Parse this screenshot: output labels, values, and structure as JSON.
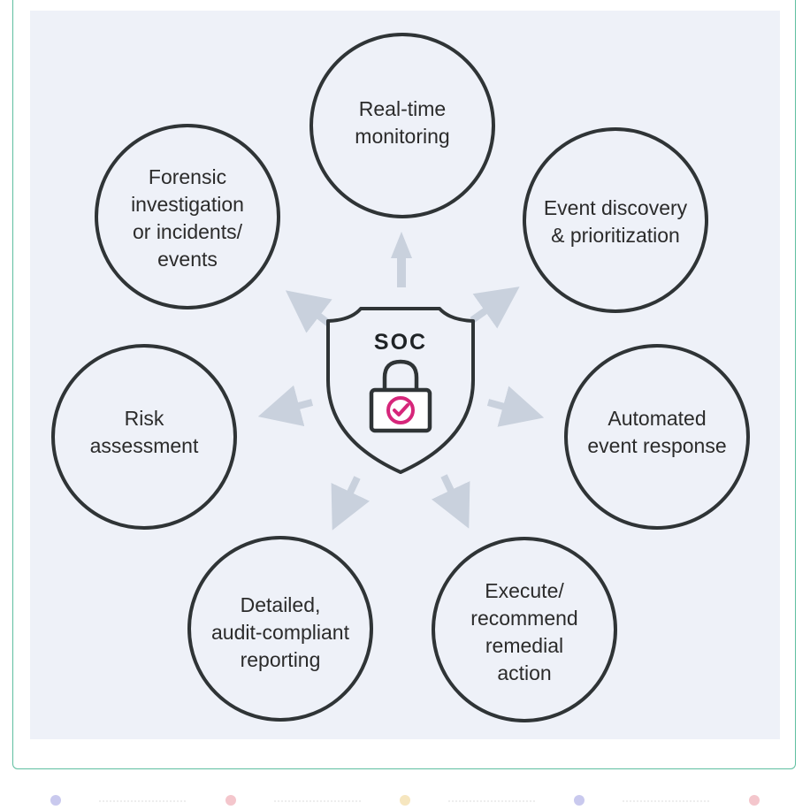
{
  "center": {
    "title": "SOC"
  },
  "nodes": [
    {
      "id": "realtime",
      "label": "Real-time\nmonitoring"
    },
    {
      "id": "discovery",
      "label": "Event discovery\n& prioritization"
    },
    {
      "id": "automated",
      "label": "Automated\nevent response"
    },
    {
      "id": "execute",
      "label": "Execute/\nrecommend\nremedial\naction"
    },
    {
      "id": "reporting",
      "label": "Detailed,\naudit-compliant\nreporting"
    },
    {
      "id": "risk",
      "label": "Risk\nassessment"
    },
    {
      "id": "forensic",
      "label": "Forensic\ninvestigation\nor incidents/\nevents"
    }
  ],
  "colors": {
    "panel": "#eef1f8",
    "stroke": "#2f3436",
    "arrow": "#c9d1dd",
    "check": "#d6267a",
    "frame": "#5fbfa0"
  },
  "icons": {
    "center": "shield-lock-icon",
    "check": "check-circle-icon"
  }
}
